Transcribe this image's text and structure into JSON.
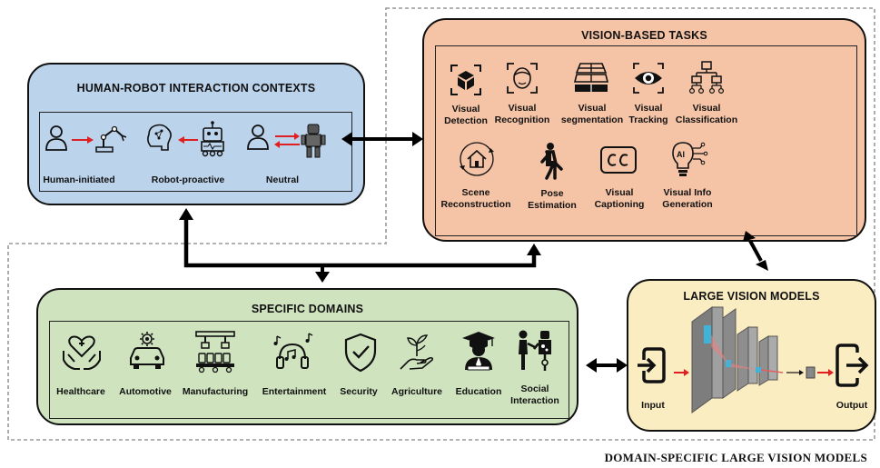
{
  "hri": {
    "title": "HUMAN-ROBOT INTERACTION CONTEXTS",
    "items": [
      {
        "label": "Human-initiated",
        "icon": "human-to-robot-arm-icon"
      },
      {
        "label": "Robot-proactive",
        "icon": "robot-to-brain-icon"
      },
      {
        "label": "Neutral",
        "icon": "human-robot-bidirectional-icon"
      }
    ]
  },
  "vision": {
    "title": "VISION-BASED TASKS",
    "items": [
      {
        "label": "Visual\nDetection",
        "icon": "cube-detection-icon"
      },
      {
        "label": "Visual\nRecognition",
        "icon": "face-recognition-icon"
      },
      {
        "label": "Visual\nsegmentation",
        "icon": "segmentation-layers-icon"
      },
      {
        "label": "Visual\nTracking",
        "icon": "eye-tracking-icon"
      },
      {
        "label": "Visual\nClassification",
        "icon": "hierarchy-icon"
      },
      {
        "label": "Scene\nReconstruction",
        "icon": "house-reconstruction-icon"
      },
      {
        "label": "Pose\nEstimation",
        "icon": "pose-figure-icon"
      },
      {
        "label": "Visual\nCaptioning",
        "icon": "cc-caption-icon"
      },
      {
        "label": "Visual Info\nGeneration",
        "icon": "ai-bulb-icon"
      }
    ]
  },
  "domains": {
    "title": "SPECIFIC DOMAINS",
    "items": [
      {
        "label": "Healthcare",
        "icon": "heart-hands-icon"
      },
      {
        "label": "Automotive",
        "icon": "car-gear-icon"
      },
      {
        "label": "Manufacturing",
        "icon": "factory-robot-icon"
      },
      {
        "label": "Entertainment",
        "icon": "headphones-music-icon"
      },
      {
        "label": "Security",
        "icon": "shield-check-icon"
      },
      {
        "label": "Agriculture",
        "icon": "plant-hand-icon"
      },
      {
        "label": "Education",
        "icon": "graduate-icon"
      },
      {
        "label": "Social\nInteraction",
        "icon": "people-interaction-icon"
      }
    ]
  },
  "lvm": {
    "title": "LARGE VISION MODELS",
    "input_label": "Input",
    "output_label": "Output"
  },
  "footer": {
    "title": "DOMAIN-SPECIFIC LARGE VISION MODELS"
  },
  "colors": {
    "hri_bg": "#bcd3ec",
    "vision_bg": "#f5c3a5",
    "domains_bg": "#cfe3bf",
    "lvm_bg": "#fbedc2",
    "arrow_red": "#e02020",
    "arrow_black": "#000000"
  }
}
